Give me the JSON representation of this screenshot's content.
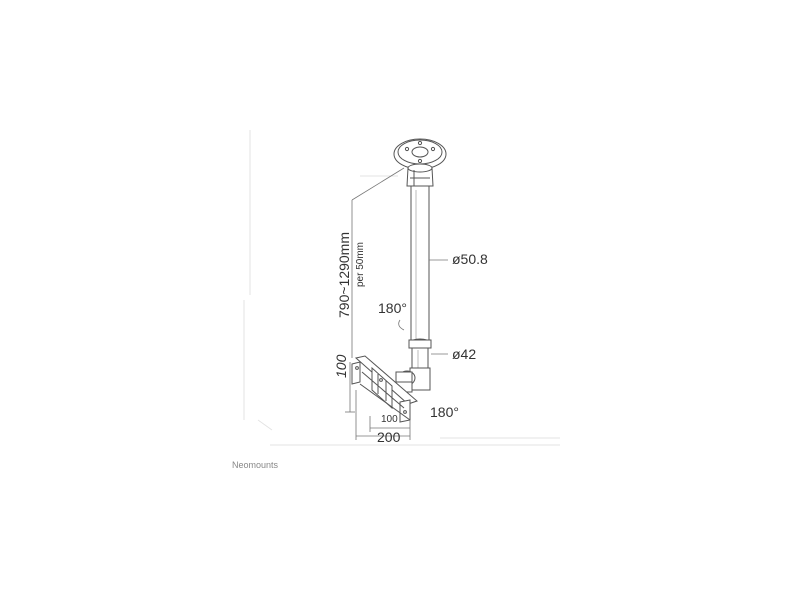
{
  "brand": "Neomounts",
  "dimensions": {
    "height_range": "790~1290mm",
    "height_step": "per 50mm",
    "pole_diameter": "ø50.8",
    "inner_diameter": "ø42",
    "rotation_top": "180°",
    "rotation_bottom": "180°",
    "vesa_vertical": "100",
    "vesa_horizontal_inner": "100",
    "vesa_horizontal_outer": "200"
  },
  "colors": {
    "line": "#555555",
    "faint": "#d8d8d8",
    "text": "#333333",
    "brand": "#888888"
  }
}
